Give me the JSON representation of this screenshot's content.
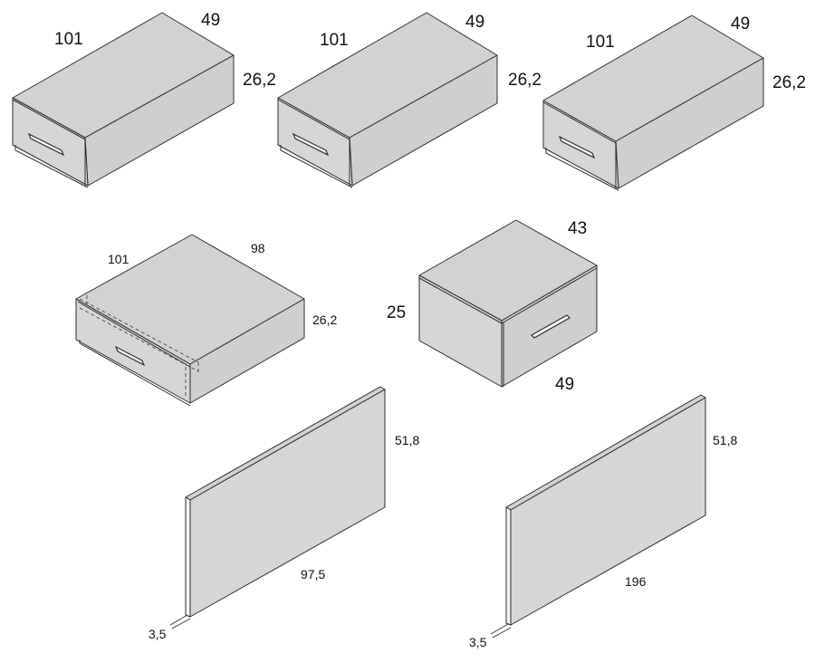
{
  "drawers": [
    {
      "length": "101",
      "depth": "49",
      "height": "26,2"
    },
    {
      "length": "101",
      "depth": "49",
      "height": "26,2"
    },
    {
      "length": "101",
      "depth": "49",
      "height": "26,2"
    }
  ],
  "wide_drawer": {
    "length": "101",
    "depth": "98",
    "height": "26,2"
  },
  "small_drawer": {
    "width": "43",
    "height": "25",
    "depth": "49"
  },
  "panels": [
    {
      "height": "51,8",
      "length": "97,5",
      "thickness": "3,5"
    },
    {
      "height": "51,8",
      "length": "196",
      "thickness": "3,5"
    }
  ]
}
